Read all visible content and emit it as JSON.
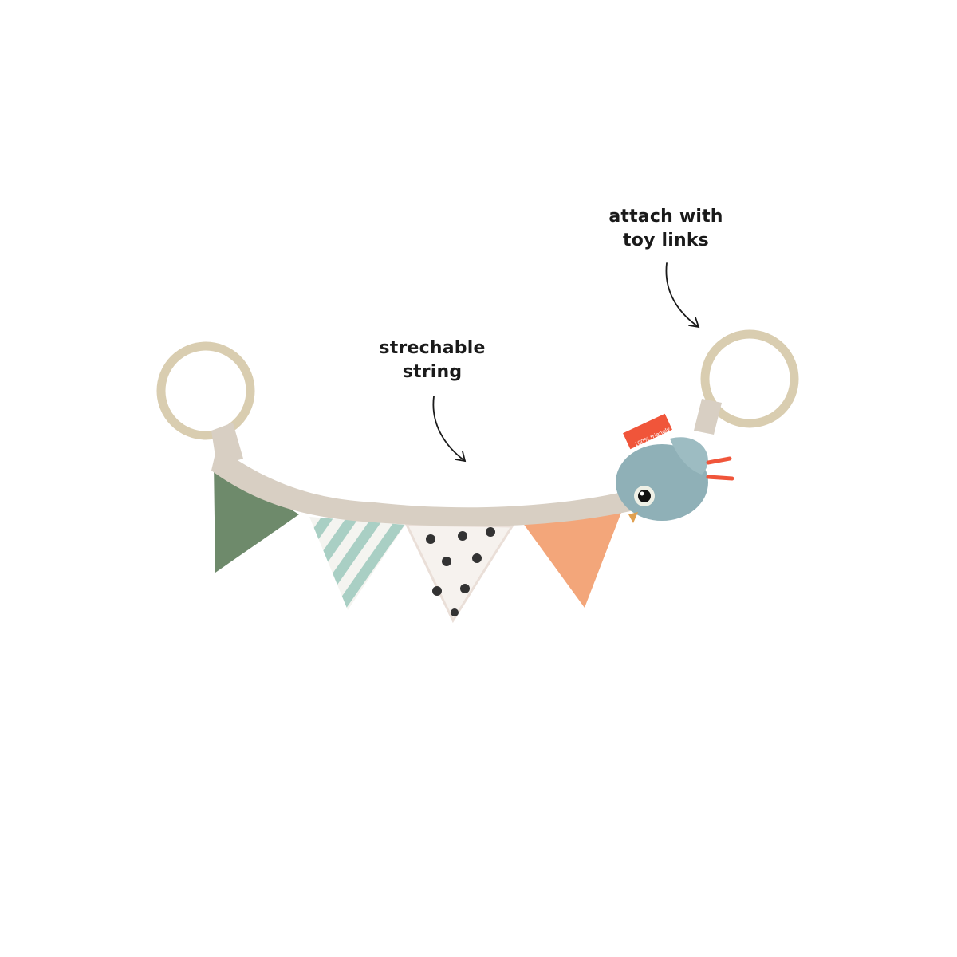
{
  "annotations": {
    "attach": {
      "line1": "attach with",
      "line2": "toy links"
    },
    "string": {
      "line1": "strechable",
      "line2": "string"
    }
  },
  "product": {
    "tag_text": "100% friendly"
  },
  "colors": {
    "ring": "#d9cdb0",
    "band": "#d8cfc3",
    "flag_green": "#6e8a6b",
    "flag_stripe": "#a9cfc4",
    "flag_dots": "#f6f2ee",
    "flag_orange": "#f3a67a",
    "bird": "#8fb0b7",
    "tag": "#f0553a"
  }
}
